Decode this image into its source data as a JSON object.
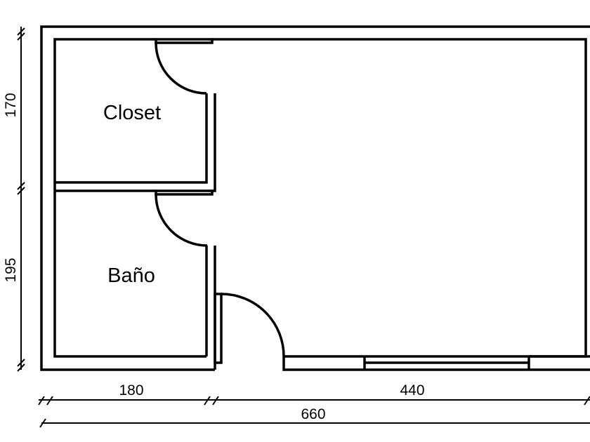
{
  "rooms": {
    "closet": "Closet",
    "bathroom": "Baño"
  },
  "dimensions": {
    "closet_height": "170",
    "bathroom_height": "195",
    "left_width": "180",
    "right_width": "440",
    "total_width": "660"
  }
}
